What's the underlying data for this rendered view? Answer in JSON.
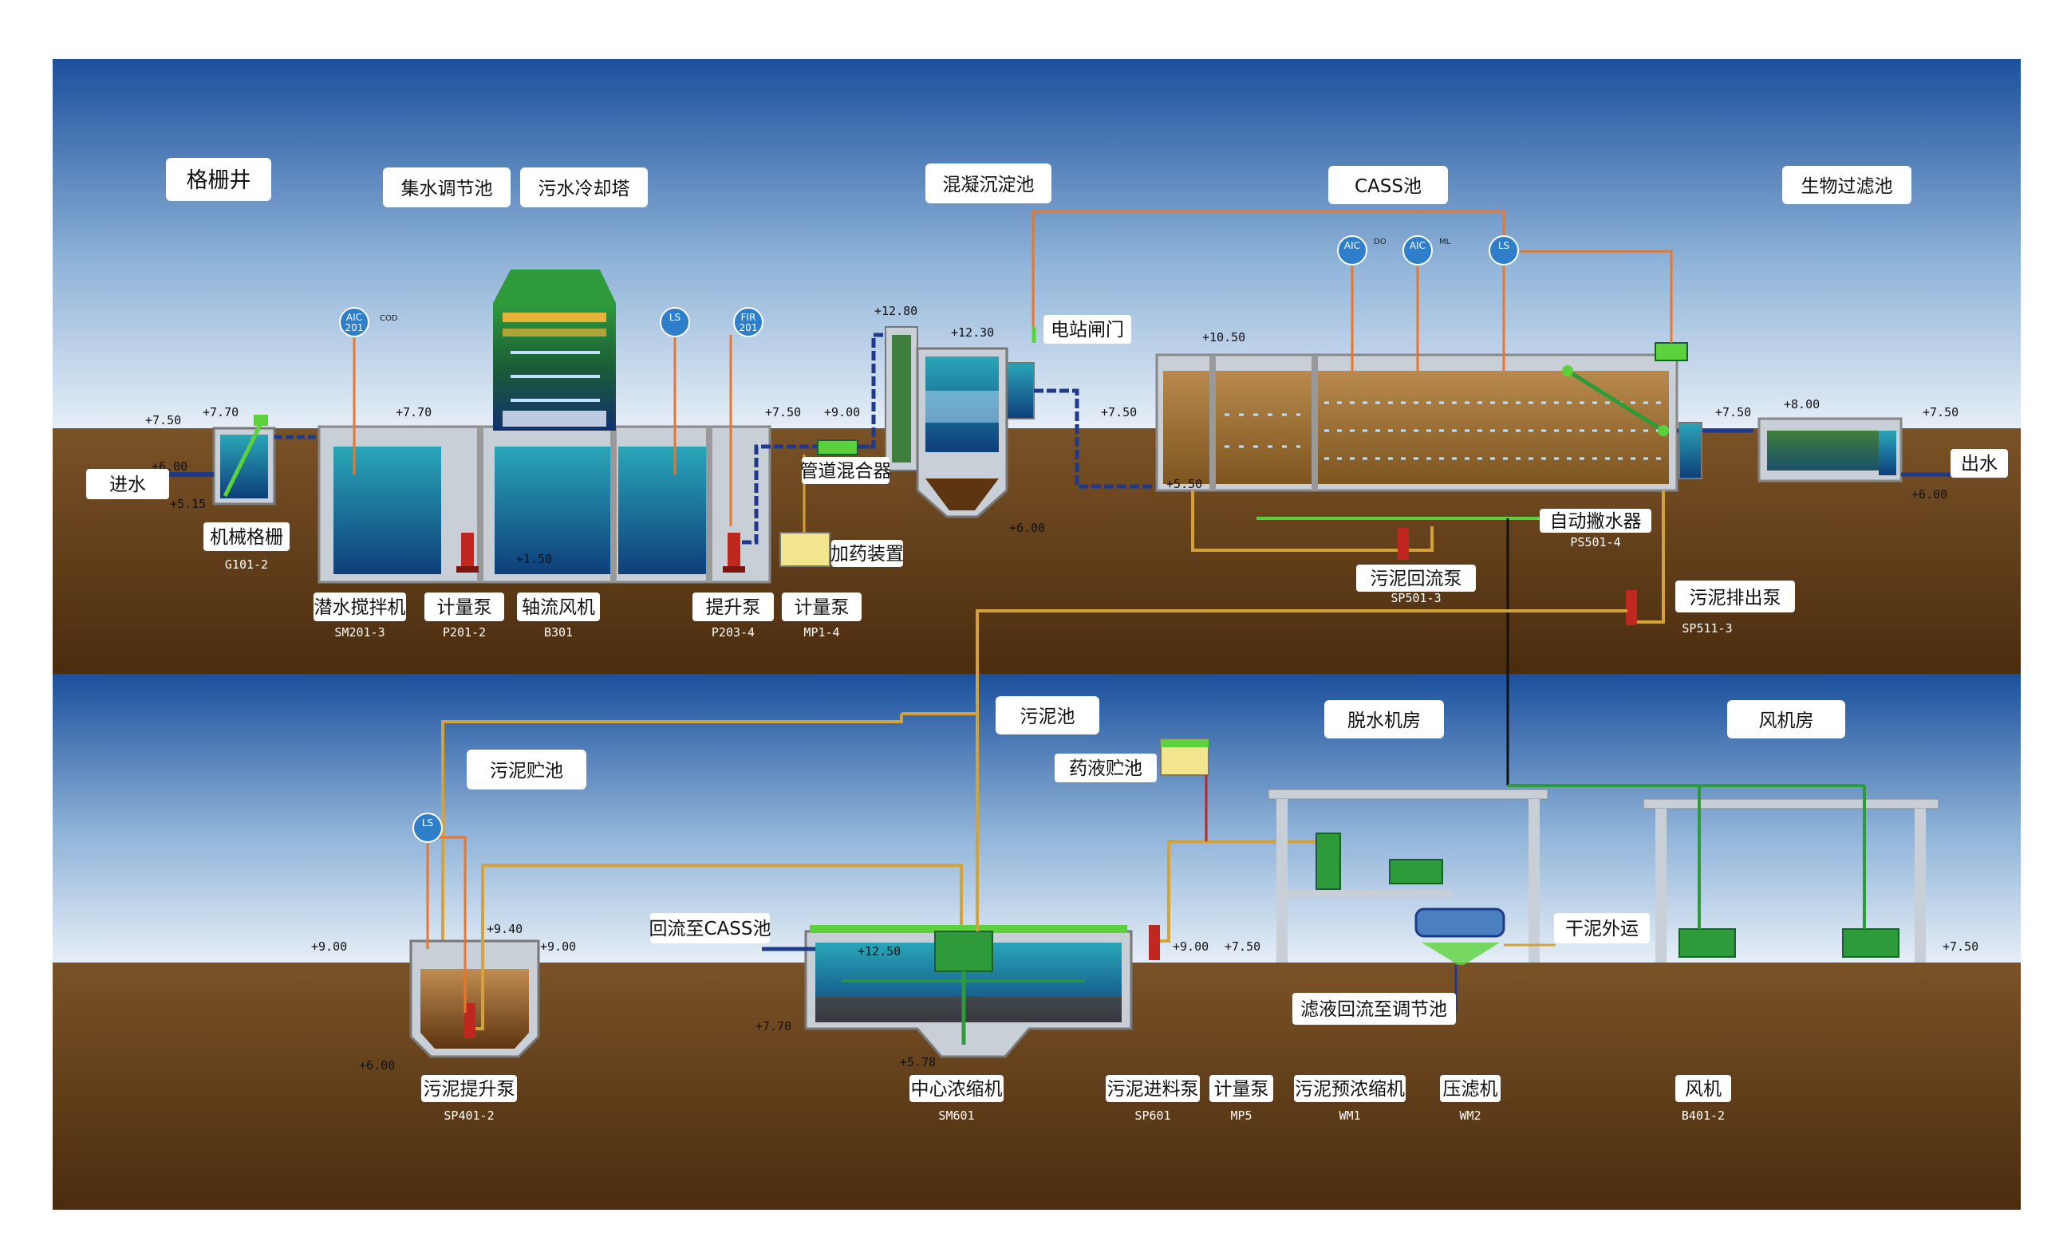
{
  "colors": {
    "sky_top": "#1a4f9c",
    "sky_bottom": "#e6eef7",
    "ground": "#7a5227",
    "ground_dark": "#4a2c0e",
    "water": "#1b7d9e",
    "label_bg": "#ffffff",
    "pipe_sludge": "#d4a23a",
    "pipe_water": "#1f3a8a",
    "pipe_signal": "#e8762c",
    "equipment_green": "#2e9b3a",
    "pump_red": "#c0271f"
  },
  "structures": {
    "grille_well": "格栅井",
    "collection_tank": "集水调节池",
    "cooling_tower": "污水冷却塔",
    "coag_tank": "混凝沉淀池",
    "cass_tank": "CASS池",
    "biofilter": "生物过滤池",
    "sludge_storage": "污泥贮池",
    "sludge_tank": "污泥池",
    "dewater_room": "脱水机房",
    "blower_room": "风机房"
  },
  "flow": {
    "inlet": "进水",
    "outlet": "出水",
    "return_cass": "回流至CASS池",
    "filtrate_return": "滤液回流至调节池",
    "dry_sludge": "干泥外运"
  },
  "equipment": {
    "mech_grille": {
      "name": "机械格栅",
      "code": "G101-2"
    },
    "sub_mixer": {
      "name": "潜水搅拌机",
      "code": "SM201-3"
    },
    "meter_pump1": {
      "name": "计量泵",
      "code": "P201-2"
    },
    "axial_fan": {
      "name": "轴流风机",
      "code": "B301"
    },
    "lift_pump": {
      "name": "提升泵",
      "code": "P203-4"
    },
    "meter_pump2": {
      "name": "计量泵",
      "code": "MP1-4"
    },
    "pipe_mixer": {
      "name": "管道混合器"
    },
    "dosing_device": {
      "name": "加药装置"
    },
    "station_gate": {
      "name": "电站闸门"
    },
    "decanter": {
      "name": "自动撇水器",
      "code": "PS501-4"
    },
    "sludge_return_pump": {
      "name": "污泥回流泵",
      "code": "SP501-3"
    },
    "sludge_discharge_pump": {
      "name": "污泥排出泵",
      "code": "SP511-3"
    },
    "chem_tank": {
      "name": "药液贮池"
    },
    "sludge_lift_pump": {
      "name": "污泥提升泵",
      "code": "SP401-2"
    },
    "center_thickener": {
      "name": "中心浓缩机",
      "code": "SM601"
    },
    "sludge_feed_pump": {
      "name": "污泥进料泵",
      "code": "SP601"
    },
    "meter_pump3": {
      "name": "计量泵",
      "code": "MP5"
    },
    "pre_thickener": {
      "name": "污泥预浓缩机",
      "code": "WM1"
    },
    "filter_press": {
      "name": "压滤机",
      "code": "WM2"
    },
    "blower": {
      "name": "风机",
      "code": "B401-2"
    }
  },
  "instruments": {
    "aic201": {
      "tag1": "AIC",
      "tag2": "201",
      "note": "COD"
    },
    "ls_lift": {
      "tag1": "LS",
      "tag2": ""
    },
    "fir201": {
      "tag1": "FIR",
      "tag2": "201"
    },
    "aic_do": {
      "tag1": "AIC",
      "tag2": "",
      "note": "DO"
    },
    "aic_ml": {
      "tag1": "AIC",
      "tag2": "",
      "note": "ML"
    },
    "ls_cass": {
      "tag1": "LS",
      "tag2": ""
    },
    "ls_sludge": {
      "tag1": "LS",
      "tag2": ""
    }
  },
  "elevations": {
    "e_inlet_top": "+7.50",
    "e_grille_top": "+7.70",
    "e_inlet_pipe": "+6.00",
    "e_grille_bottom": "+5.15",
    "e_collect_top": "+7.70",
    "e_collect_low": "+1.50",
    "e_lift_out": "+7.50",
    "e_mixer": "+9.00",
    "e_coag_top": "+12.80",
    "e_coag_gate": "+12.30",
    "e_coag_bottom": "+6.00",
    "e_cass_in": "+7.50",
    "e_cass_top": "+10.50",
    "e_cass_bottom": "+5.50",
    "e_bio_in": "+7.50",
    "e_bio_top": "+8.00",
    "e_bio_out": "+7.50",
    "e_outlet": "+6.00",
    "e_store_ground": "+9.00",
    "e_store_in": "+9.40",
    "e_store_top": "+9.00",
    "e_store_bottom": "+6.00",
    "e_thick_top": "+12.50",
    "e_thick_side": "+7.70",
    "e_thick_bottom": "+5.78",
    "e_feed": "+9.00",
    "e_feed2": "+7.50",
    "e_blower": "+7.50"
  }
}
